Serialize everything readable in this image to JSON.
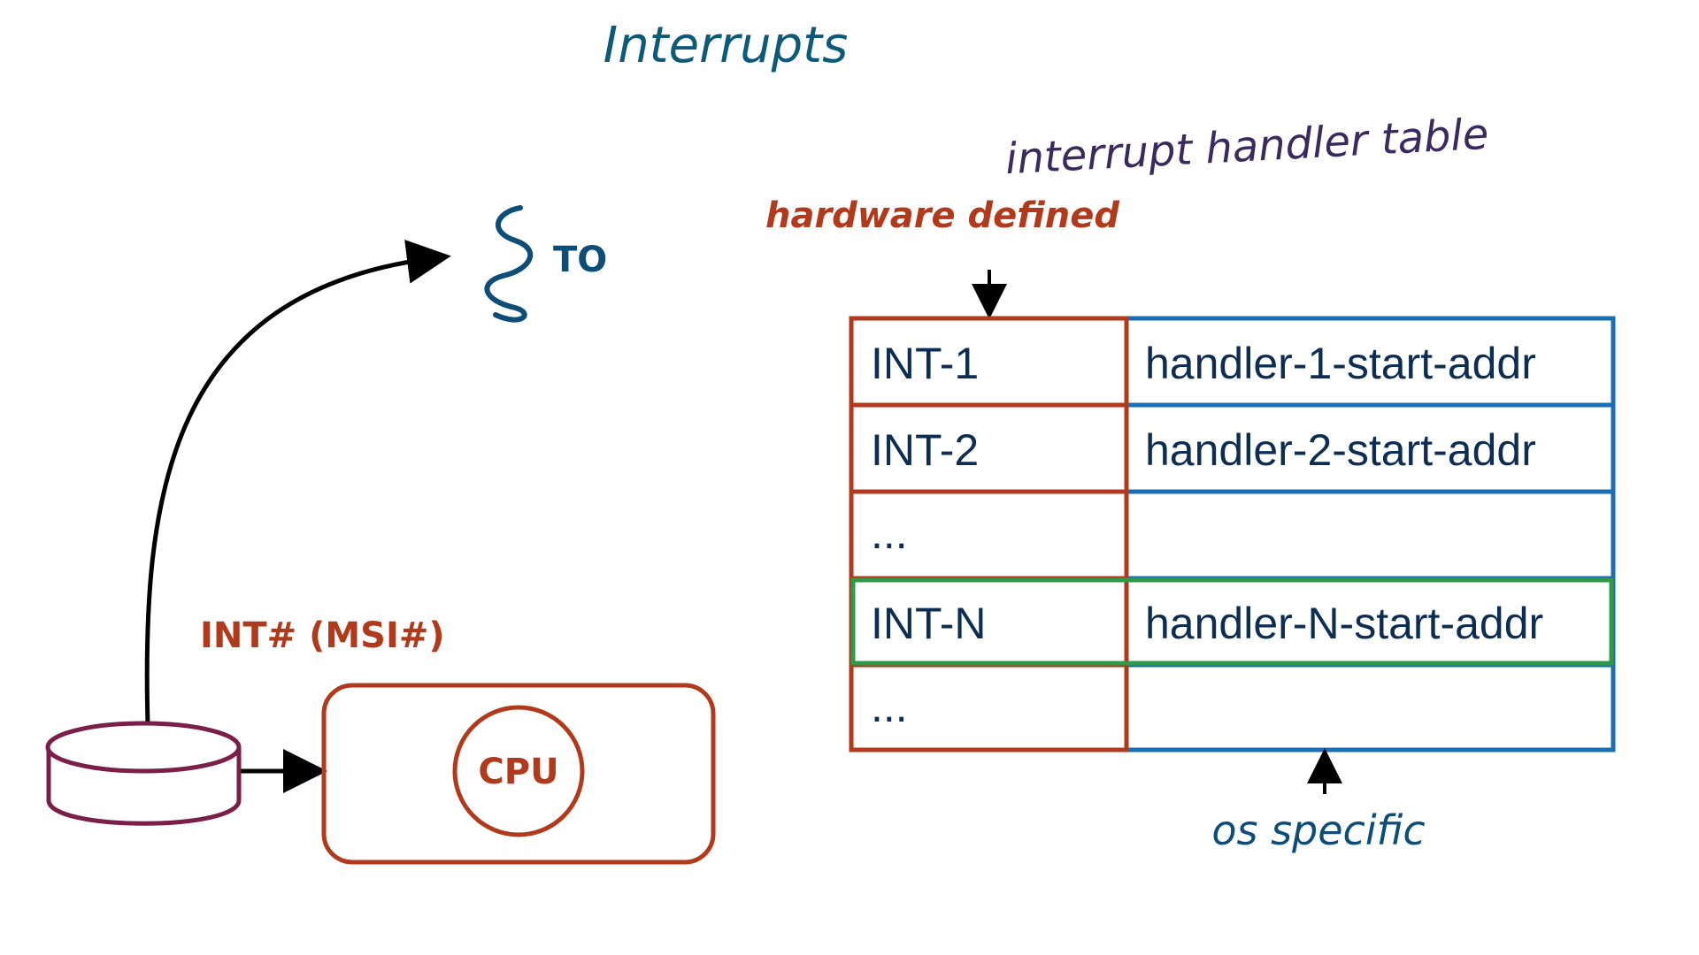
{
  "title": "Interrupts",
  "thread_label": "TO",
  "device_signal_label": "INT# (MSI#)",
  "cpu_label": "CPU",
  "table": {
    "heading": "interrupt handler table",
    "left_column_note": "hardware defined",
    "right_column_note": "os specific",
    "rows": [
      {
        "interrupt": "INT-1",
        "handler": "handler-1-start-addr",
        "highlighted": false
      },
      {
        "interrupt": "INT-2",
        "handler": "handler-2-start-addr",
        "highlighted": false
      },
      {
        "interrupt": "...",
        "handler": "",
        "highlighted": false
      },
      {
        "interrupt": "INT-N",
        "handler": "handler-N-start-addr",
        "highlighted": true
      },
      {
        "interrupt": "...",
        "handler": "",
        "highlighted": false
      }
    ]
  },
  "colors": {
    "title": "#0d5a78",
    "heading": "#3a2a5e",
    "red": "#b13a1d",
    "blue": "#1a6fb4",
    "green": "#2e9a48",
    "device": "#7a1f4a",
    "arrow": "#000000",
    "thread": "#0d4d78"
  }
}
